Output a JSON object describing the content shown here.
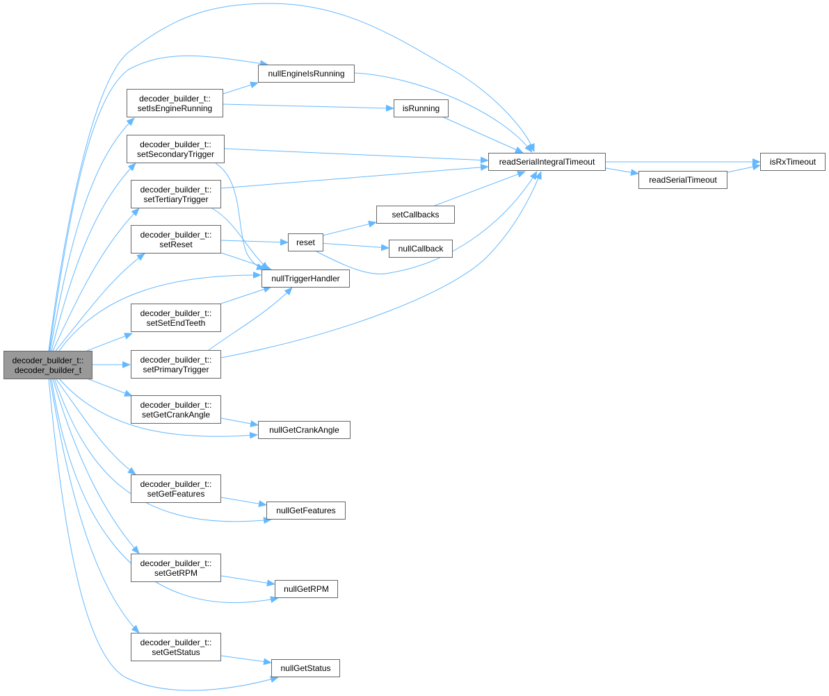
{
  "colors": {
    "edge": "#63b8ff",
    "node_border": "#666666",
    "root_fill": "#999999"
  },
  "nodes": {
    "root": {
      "line1": "decoder_builder_t::",
      "line2": "decoder_builder_t"
    },
    "setIsEngineRunning": {
      "line1": "decoder_builder_t::",
      "line2": "setIsEngineRunning"
    },
    "setSecondaryTrigger": {
      "line1": "decoder_builder_t::",
      "line2": "setSecondaryTrigger"
    },
    "setTertiaryTrigger": {
      "line1": "decoder_builder_t::",
      "line2": "setTertiaryTrigger"
    },
    "setReset": {
      "line1": "decoder_builder_t::",
      "line2": "setReset"
    },
    "setSetEndTeeth": {
      "line1": "decoder_builder_t::",
      "line2": "setSetEndTeeth"
    },
    "setPrimaryTrigger": {
      "line1": "decoder_builder_t::",
      "line2": "setPrimaryTrigger"
    },
    "setGetCrankAngle": {
      "line1": "decoder_builder_t::",
      "line2": "setGetCrankAngle"
    },
    "setGetFeatures": {
      "line1": "decoder_builder_t::",
      "line2": "setGetFeatures"
    },
    "setGetRPM": {
      "line1": "decoder_builder_t::",
      "line2": "setGetRPM"
    },
    "setGetStatus": {
      "line1": "decoder_builder_t::",
      "line2": "setGetStatus"
    },
    "nullEngineIsRunning": {
      "label": "nullEngineIsRunning"
    },
    "isRunning": {
      "label": "isRunning"
    },
    "readSerialIntegralTimeout": {
      "label": "readSerialIntegralTimeout"
    },
    "isRxTimeout": {
      "label": "isRxTimeout"
    },
    "readSerialTimeout": {
      "label": "readSerialTimeout"
    },
    "setCallbacks": {
      "label": "setCallbacks"
    },
    "reset": {
      "label": "reset"
    },
    "nullCallback": {
      "label": "nullCallback"
    },
    "nullTriggerHandler": {
      "label": "nullTriggerHandler"
    },
    "nullGetCrankAngle": {
      "label": "nullGetCrankAngle"
    },
    "nullGetFeatures": {
      "label": "nullGetFeatures"
    },
    "nullGetRPM": {
      "label": "nullGetRPM"
    },
    "nullGetStatus": {
      "label": "nullGetStatus"
    }
  }
}
